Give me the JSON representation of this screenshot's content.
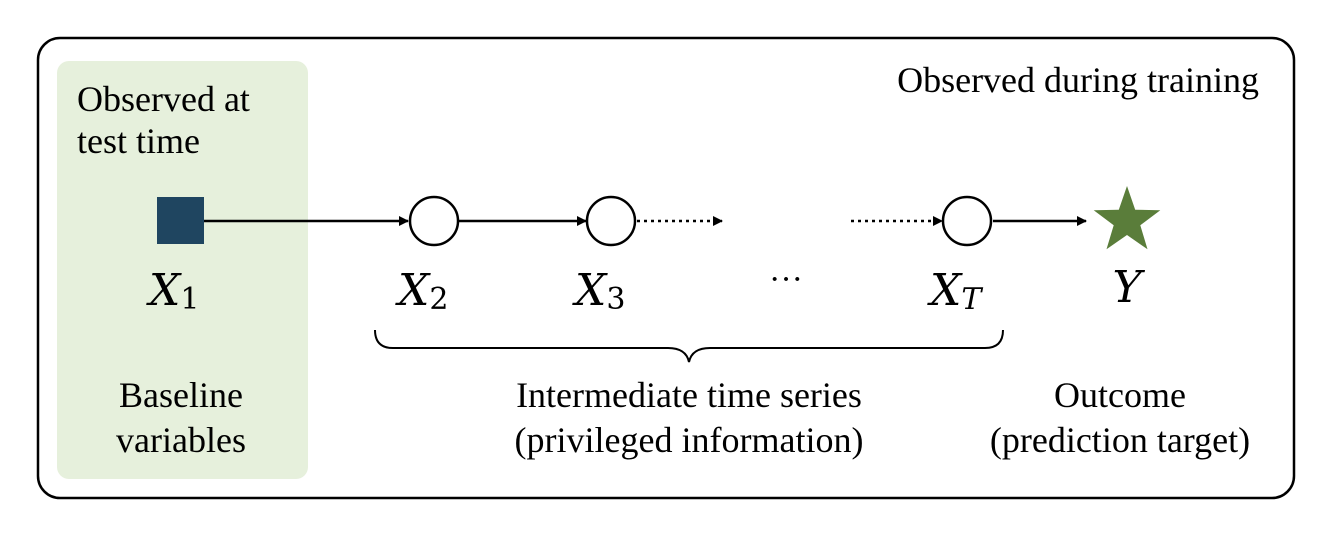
{
  "panel": {
    "title": "Observed during training"
  },
  "baseline_panel": {
    "heading_line1": "Observed at",
    "heading_line2": "test time",
    "caption_line1": "Baseline",
    "caption_line2": "variables",
    "fill_color": "#e6f0dc"
  },
  "nodes": [
    {
      "symbol": "X",
      "subscript": "1",
      "shape": "square",
      "color": "#1f4560"
    },
    {
      "symbol": "X",
      "subscript": "2",
      "shape": "circle"
    },
    {
      "symbol": "X",
      "subscript": "3",
      "shape": "circle"
    },
    {
      "symbol": "X",
      "subscript": "T",
      "shape": "circle"
    },
    {
      "symbol": "Y",
      "subscript": "",
      "shape": "star",
      "color": "#5a7d3a"
    }
  ],
  "ellipsis": "···",
  "captions": {
    "intermediate_line1": "Intermediate time series",
    "intermediate_line2": "(privileged information)",
    "outcome_line1": "Outcome",
    "outcome_line2": "(prediction target)"
  }
}
